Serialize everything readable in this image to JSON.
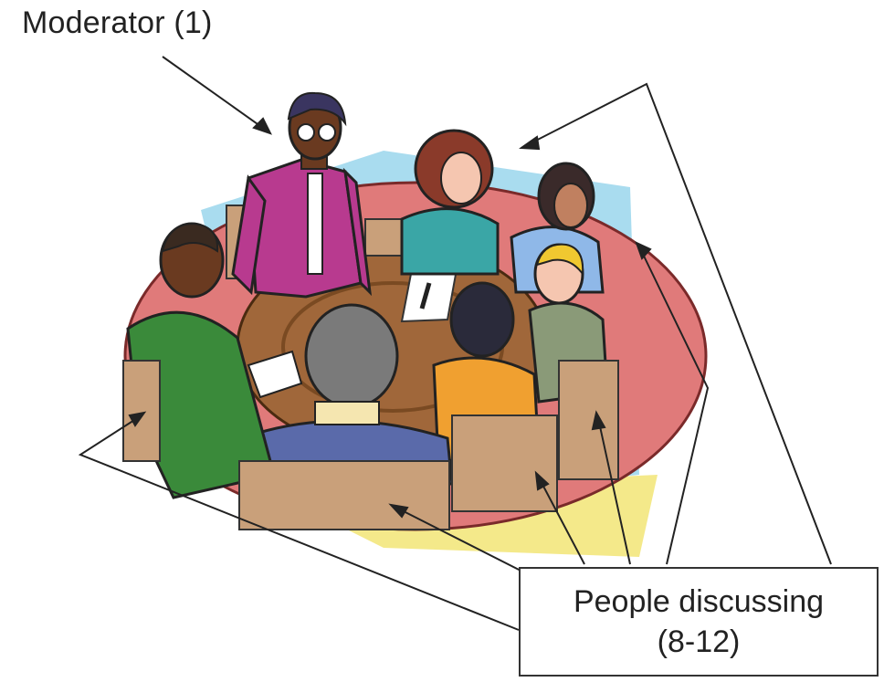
{
  "labels": {
    "moderator": "Moderator (1)",
    "people_line1": "People discussing",
    "people_line2": "(8-12)"
  },
  "colors": {
    "outline": "#222222",
    "table_wood": "#a0673a",
    "floor_red": "#e07a7a",
    "backdrop_blue": "#a9dcef",
    "floor_yellow": "#f4e98a",
    "moderator_shirt": "#b83a8f"
  }
}
